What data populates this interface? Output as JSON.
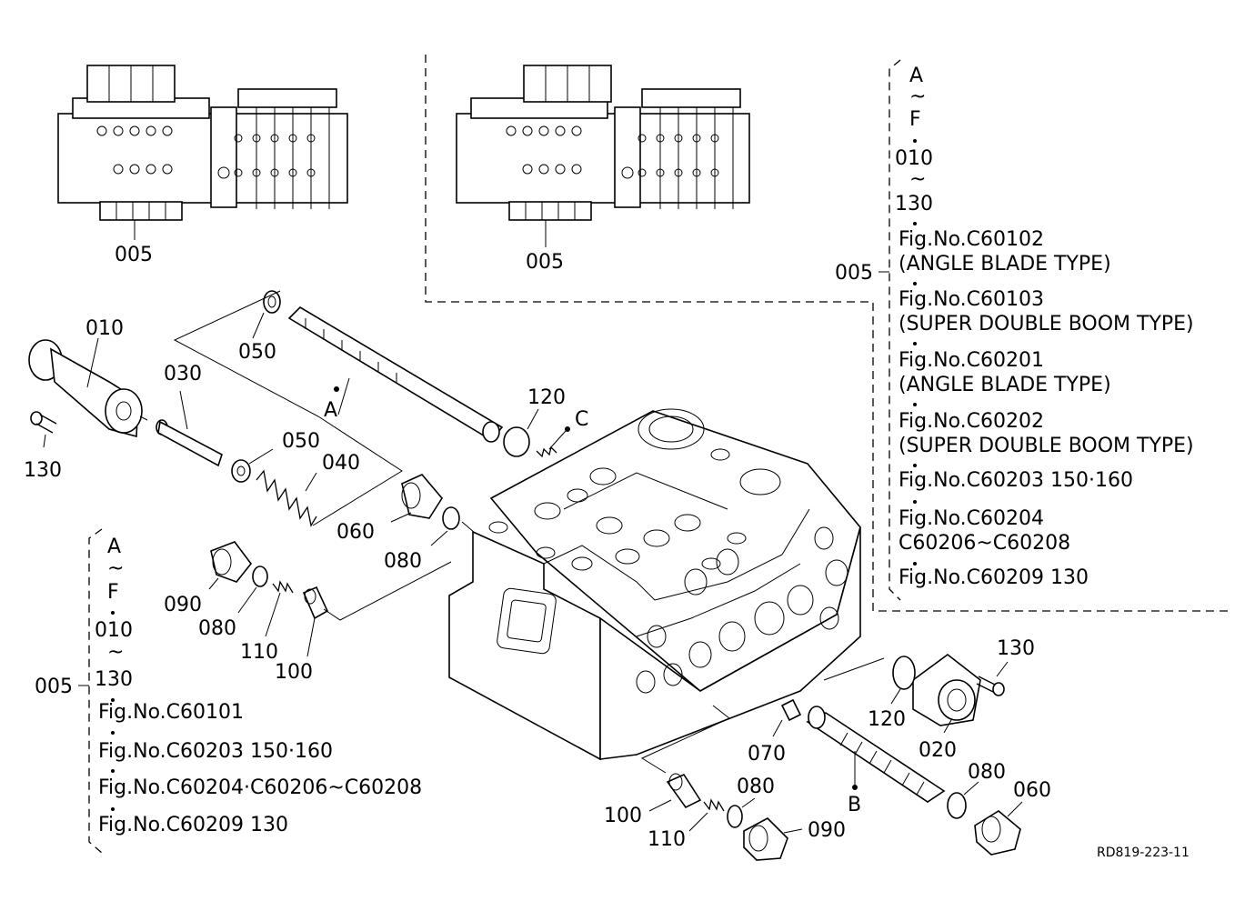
{
  "diagram": {
    "doc_code": "RD819-223-11",
    "assembly_ref": "005",
    "assembly_labels": [
      "005",
      "005"
    ],
    "markers": [
      "A",
      "B",
      "C"
    ],
    "part_labels": [
      {
        "id": "p010",
        "text": "010"
      },
      {
        "id": "p130a",
        "text": "130"
      },
      {
        "id": "p030",
        "text": "030"
      },
      {
        "id": "p050a",
        "text": "050"
      },
      {
        "id": "p050b",
        "text": "050"
      },
      {
        "id": "p040",
        "text": "040"
      },
      {
        "id": "p060a",
        "text": "060"
      },
      {
        "id": "p080a",
        "text": "080"
      },
      {
        "id": "p120a",
        "text": "120"
      },
      {
        "id": "p090a",
        "text": "090"
      },
      {
        "id": "p080b",
        "text": "080"
      },
      {
        "id": "p110a",
        "text": "110"
      },
      {
        "id": "p100a",
        "text": "100"
      },
      {
        "id": "p130b",
        "text": "130"
      },
      {
        "id": "p120b",
        "text": "120"
      },
      {
        "id": "p020",
        "text": "020"
      },
      {
        "id": "p070",
        "text": "070"
      },
      {
        "id": "p080c",
        "text": "080"
      },
      {
        "id": "p060b",
        "text": "060"
      },
      {
        "id": "p080d",
        "text": "080"
      },
      {
        "id": "p100b",
        "text": "100"
      },
      {
        "id": "p110b",
        "text": "110"
      },
      {
        "id": "p090b",
        "text": "090"
      }
    ],
    "right_note": {
      "range1_start": "A",
      "range1_sym": "~",
      "range1_end": "F",
      "range2_start": "010",
      "range2_sym": "~",
      "range2_end": "130",
      "lines": [
        "Fig.No.C60102",
        "(ANGLE BLADE TYPE)",
        "Fig.No.C60103",
        "(SUPER DOUBLE BOOM TYPE)",
        "Fig.No.C60201",
        "(ANGLE BLADE TYPE)",
        "Fig.No.C60202",
        "(SUPER DOUBLE BOOM TYPE)",
        "Fig.No.C60203  150·160",
        "Fig.No.C60204",
        "C60206~C60208",
        "Fig.No.C60209  130"
      ]
    },
    "left_note": {
      "range1_start": "A",
      "range1_sym": "~",
      "range1_end": "F",
      "range2_start": "010",
      "range2_sym": "~",
      "range2_end": "130",
      "lines": [
        "Fig.No.C60101",
        "Fig.No.C60203  150·160",
        "Fig.No.C60204·C60206~C60208",
        "Fig.No.C60209  130"
      ]
    }
  }
}
